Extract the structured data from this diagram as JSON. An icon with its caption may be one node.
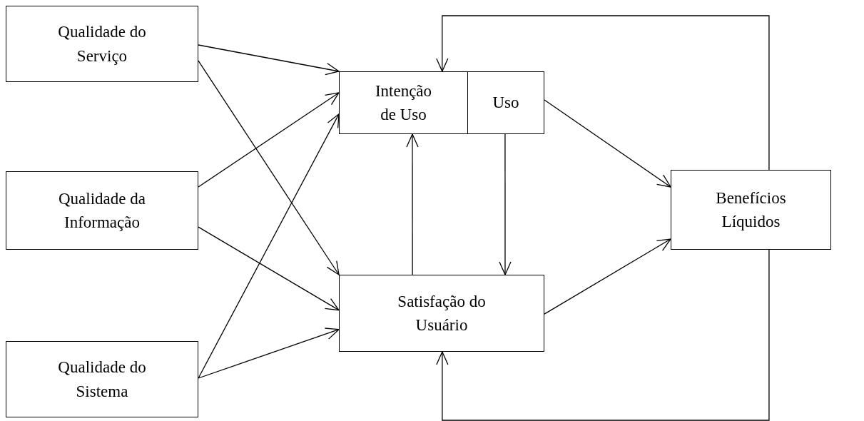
{
  "diagram": {
    "nodes": [
      {
        "text": [
          "Qualidade do Serviço"
        ]
      },
      {
        "text": [
          "Qualidade da Informação"
        ]
      },
      {
        "text": [
          "Qualidade do Sistema"
        ]
      },
      {
        "text": [
          "Intenção de Uso"
        ]
      },
      {
        "text": [
          "Uso"
        ]
      },
      {
        "text": [
          "Satisfação do Usuário"
        ]
      },
      {
        "text": [
          "Benefícios Líquidos"
        ]
      }
    ],
    "edges": [
      {
        "from": 0,
        "to": 3,
        "arrow": "to"
      },
      {
        "from": 0,
        "to": 5,
        "arrow": "to"
      },
      {
        "from": 1,
        "to": 3,
        "arrow": "to"
      },
      {
        "from": 1,
        "to": 5,
        "arrow": "to"
      },
      {
        "from": 2,
        "to": 3,
        "arrow": "to"
      },
      {
        "from": 2,
        "to": 5,
        "arrow": "to"
      },
      {
        "from": 5,
        "to": 3,
        "arrow": "to"
      },
      {
        "from": 4,
        "to": 5,
        "arrow": "to"
      },
      {
        "from": 4,
        "to": 6,
        "arrow": "to"
      },
      {
        "from": 5,
        "to": 6,
        "arrow": "to"
      },
      {
        "from": 6,
        "to": 3,
        "arrow": "to"
      },
      {
        "from": 6,
        "to": 5,
        "arrow": "to"
      }
    ]
  }
}
